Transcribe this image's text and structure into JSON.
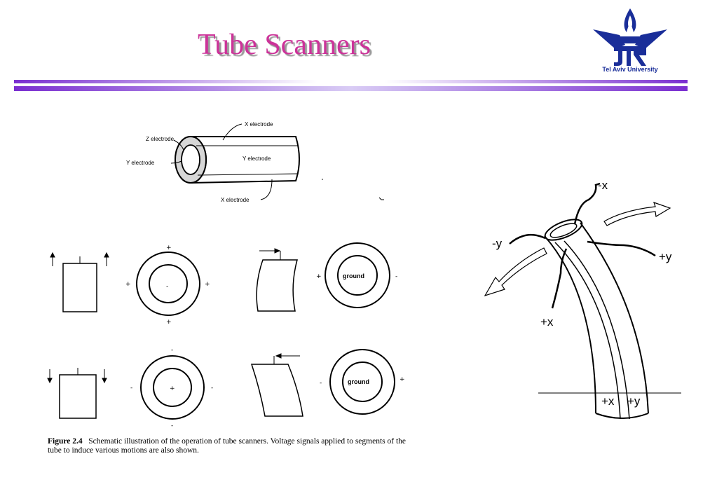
{
  "slide": {
    "title": "Tube Scanners",
    "logo_caption": "Tel Aviv University",
    "logo_monogram": "JTK"
  },
  "colors": {
    "title": "#cc3399",
    "logo": "#1a2e99",
    "rule": "#7a2fd0"
  },
  "figure": {
    "tube_labels": {
      "x_top": "X electrode",
      "z": "Z electrode",
      "y_left": "Y electrode",
      "y_body": "Y electrode",
      "x_bottom": "X electrode"
    },
    "plus": "+",
    "minus": "-",
    "ground": "ground",
    "caption_label": "Figure 2.4",
    "caption_text": "Schematic illustration of the operation of tube scanners. Voltage signals applied to segments of the tube to induce various motions are also shown."
  },
  "bent_tube": {
    "labels": {
      "minus_x": "-x",
      "minus_y": "-y",
      "plus_y": "+y",
      "plus_x": "+x",
      "base_plus_x": "+x",
      "base_plus_y": "+y"
    }
  }
}
